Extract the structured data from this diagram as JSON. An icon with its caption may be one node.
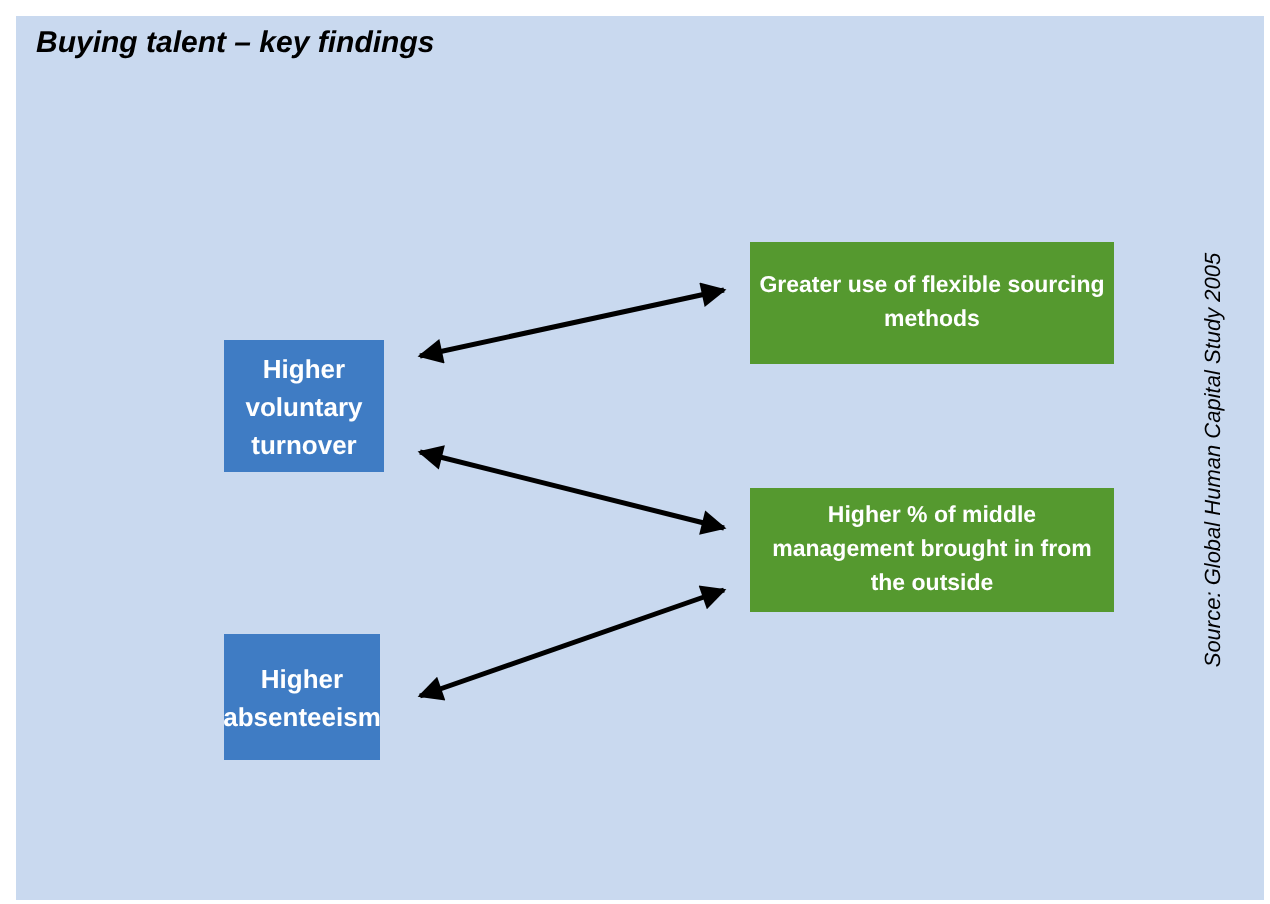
{
  "diagram": {
    "title": "Buying talent – key findings",
    "nodes": [
      {
        "text": [
          "Higher voluntary turnover"
        ]
      },
      {
        "text": [
          "Higher absenteeism"
        ]
      },
      {
        "text": [
          "Greater use of flexible sourcing methods"
        ]
      },
      {
        "text": [
          "Higher % of middle management brought in from the outside"
        ]
      }
    ],
    "edges": [
      {
        "from": 0,
        "to": 2,
        "arrow": "both"
      },
      {
        "from": 0,
        "to": 3,
        "arrow": "both"
      },
      {
        "from": 1,
        "to": 3,
        "arrow": "both"
      }
    ],
    "labels": [
      "Source: Global Human Capital Study 2005"
    ]
  }
}
